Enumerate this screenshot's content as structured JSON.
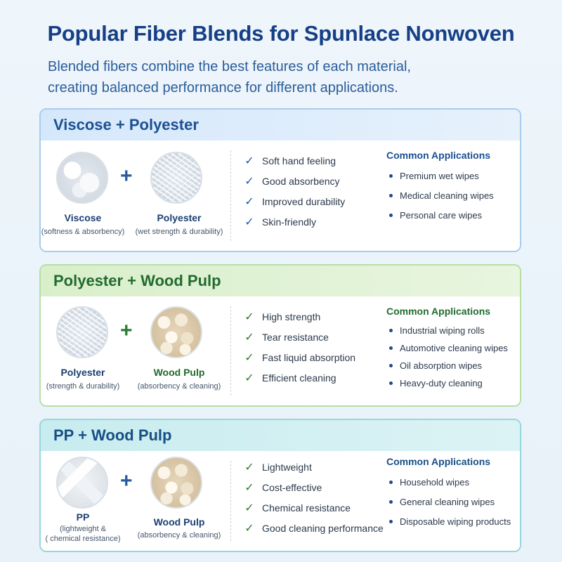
{
  "title": "Popular Fiber Blends for Spunlace Nonwoven",
  "subtitle_line1": "Blended fibers combine the best features of each material,",
  "subtitle_line2": "creating balanced performance for different applications.",
  "colors": {
    "title": "#163f86",
    "blue_accent": "#1c4f93",
    "green_accent": "#216b30",
    "teal_accent": "#97d6dd"
  },
  "blends": [
    {
      "name": "Viscose + Polyester",
      "materials": [
        {
          "name": "Viscose",
          "desc": "(softness & absorbency)",
          "icon": "viscose-fiber-icon"
        },
        {
          "name": "Polyester",
          "desc": "(wet strength & durability)",
          "icon": "polyester-fiber-icon"
        }
      ],
      "features": [
        "Soft hand feeling",
        "Good absorbency",
        "Improved durability",
        "Skin-friendly"
      ],
      "apps_title": "Common Applications",
      "applications": [
        "Premium wet wipes",
        "Medical cleaning wipes",
        "Personal care wipes"
      ]
    },
    {
      "name": "Polyester + Wood Pulp",
      "materials": [
        {
          "name": "Polyester",
          "desc": "(strength & durability)",
          "icon": "polyester-fiber-icon"
        },
        {
          "name": "Wood Pulp",
          "desc": "(absorbency & cleaning)",
          "icon": "wood-pulp-icon"
        }
      ],
      "features": [
        "High strength",
        "Tear resistance",
        "Fast liquid absorption",
        "Efficient cleaning"
      ],
      "apps_title": "Common Applications",
      "applications": [
        "Industrial wiping rolls",
        "Automotive cleaning wipes",
        "Oil absorption wipes",
        "Heavy-duty cleaning"
      ]
    },
    {
      "name": "PP + Wood Pulp",
      "materials": [
        {
          "name": "PP",
          "desc_line1": "(lightweight &",
          "desc_line2": "( chemical resistance)",
          "icon": "pp-fiber-icon"
        },
        {
          "name": "Wood Pulp",
          "desc": "(absorbency & cleaning)",
          "icon": "wood-pulp-icon"
        }
      ],
      "features": [
        "Lightweight",
        "Cost-effective",
        "Chemical resistance",
        "Good cleaning performance"
      ],
      "apps_title": "Common Applications",
      "applications": [
        "Household wipes",
        "General cleaning wipes",
        "Disposable wiping products"
      ]
    }
  ]
}
